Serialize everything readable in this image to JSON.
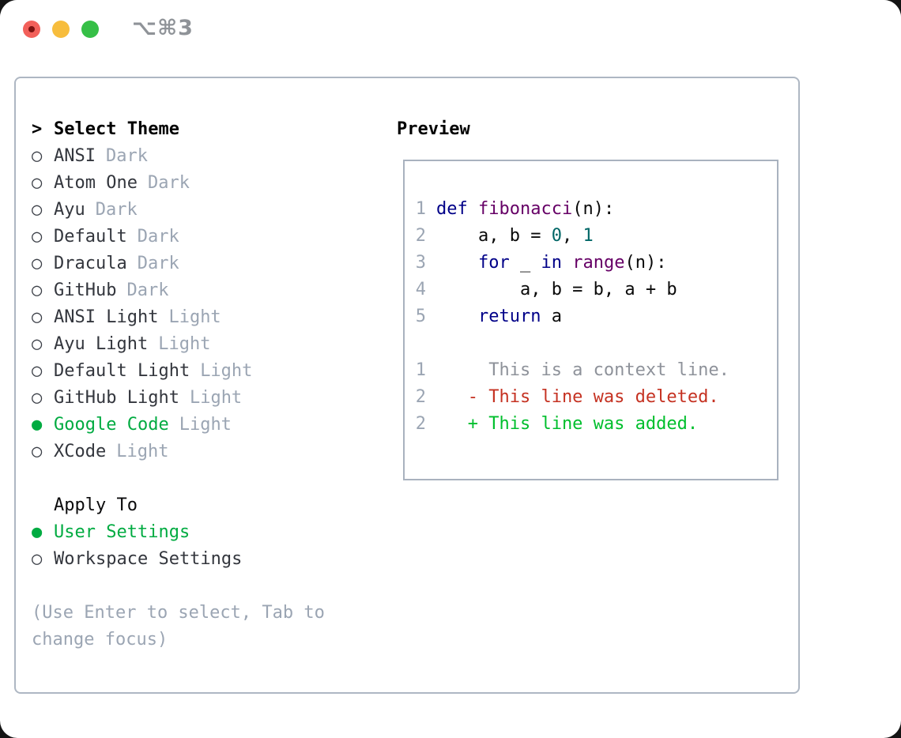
{
  "window": {
    "title_shortcut": "⌥⌘3",
    "traffic_lights": {
      "close_color": "#f2605a",
      "close_inner_dot_color": "#7c1210",
      "minimize_color": "#f7bd3d",
      "zoom_color": "#36bf47"
    }
  },
  "theme_picker": {
    "title_marker": ">",
    "title": "Select Theme",
    "selected_color": "#00ab41",
    "unselected_marker": "○",
    "selected_marker": "●",
    "items": [
      {
        "name": "ANSI",
        "badge": "Dark",
        "selected": false
      },
      {
        "name": "Atom One",
        "badge": "Dark",
        "selected": false
      },
      {
        "name": "Ayu",
        "badge": "Dark",
        "selected": false
      },
      {
        "name": "Default",
        "badge": "Dark",
        "selected": false
      },
      {
        "name": "Dracula",
        "badge": "Dark",
        "selected": false
      },
      {
        "name": "GitHub",
        "badge": "Dark",
        "selected": false
      },
      {
        "name": "ANSI Light",
        "badge": "Light",
        "selected": false
      },
      {
        "name": "Ayu Light",
        "badge": "Light",
        "selected": false
      },
      {
        "name": "Default Light",
        "badge": "Light",
        "selected": false
      },
      {
        "name": "GitHub Light",
        "badge": "Light",
        "selected": false
      },
      {
        "name": "Google Code",
        "badge": "Light",
        "selected": true
      },
      {
        "name": "XCode",
        "badge": "Light",
        "selected": false
      }
    ],
    "apply_to": {
      "title": "Apply To",
      "options": [
        {
          "label": "User Settings",
          "selected": true
        },
        {
          "label": "Workspace Settings",
          "selected": false
        }
      ]
    },
    "help_text": "(Use Enter to select, Tab to change focus)"
  },
  "preview": {
    "title": "Preview",
    "colors": {
      "kwd": "#000088",
      "typ": "#660066",
      "lit": "#006666",
      "pln": "#0a0a0a",
      "ctx": "#8e929a",
      "del": "#c53222",
      "add": "#00bf2d",
      "line_number": "#9ba5b3"
    },
    "code_lines": [
      {
        "num": "1",
        "tokens": [
          [
            "def",
            "kwd"
          ],
          [
            " ",
            "pln"
          ],
          [
            "fibonacci",
            "typ"
          ],
          [
            "(n):",
            "pln"
          ]
        ]
      },
      {
        "num": "2",
        "tokens": [
          [
            "    a, b = ",
            "pln"
          ],
          [
            "0",
            "lit"
          ],
          [
            ", ",
            "pln"
          ],
          [
            "1",
            "lit"
          ]
        ]
      },
      {
        "num": "3",
        "tokens": [
          [
            "    ",
            "pln"
          ],
          [
            "for",
            "kwd"
          ],
          [
            " _ ",
            "pln"
          ],
          [
            "in",
            "kwd"
          ],
          [
            " ",
            "pln"
          ],
          [
            "range",
            "typ"
          ],
          [
            "(n):",
            "pln"
          ]
        ]
      },
      {
        "num": "4",
        "tokens": [
          [
            "        a, b = b, a + b",
            "pln"
          ]
        ]
      },
      {
        "num": "5",
        "tokens": [
          [
            "    ",
            "pln"
          ],
          [
            "return",
            "kwd"
          ],
          [
            " a",
            "pln"
          ]
        ]
      },
      {
        "num": "",
        "tokens": []
      },
      {
        "num": "1",
        "tokens": [
          [
            "     This is a context line.",
            "ctx"
          ]
        ]
      },
      {
        "num": "2",
        "tokens": [
          [
            "   - This line was deleted.",
            "del"
          ]
        ]
      },
      {
        "num": "2",
        "tokens": [
          [
            "   + This line was added.",
            "add"
          ]
        ]
      }
    ]
  }
}
